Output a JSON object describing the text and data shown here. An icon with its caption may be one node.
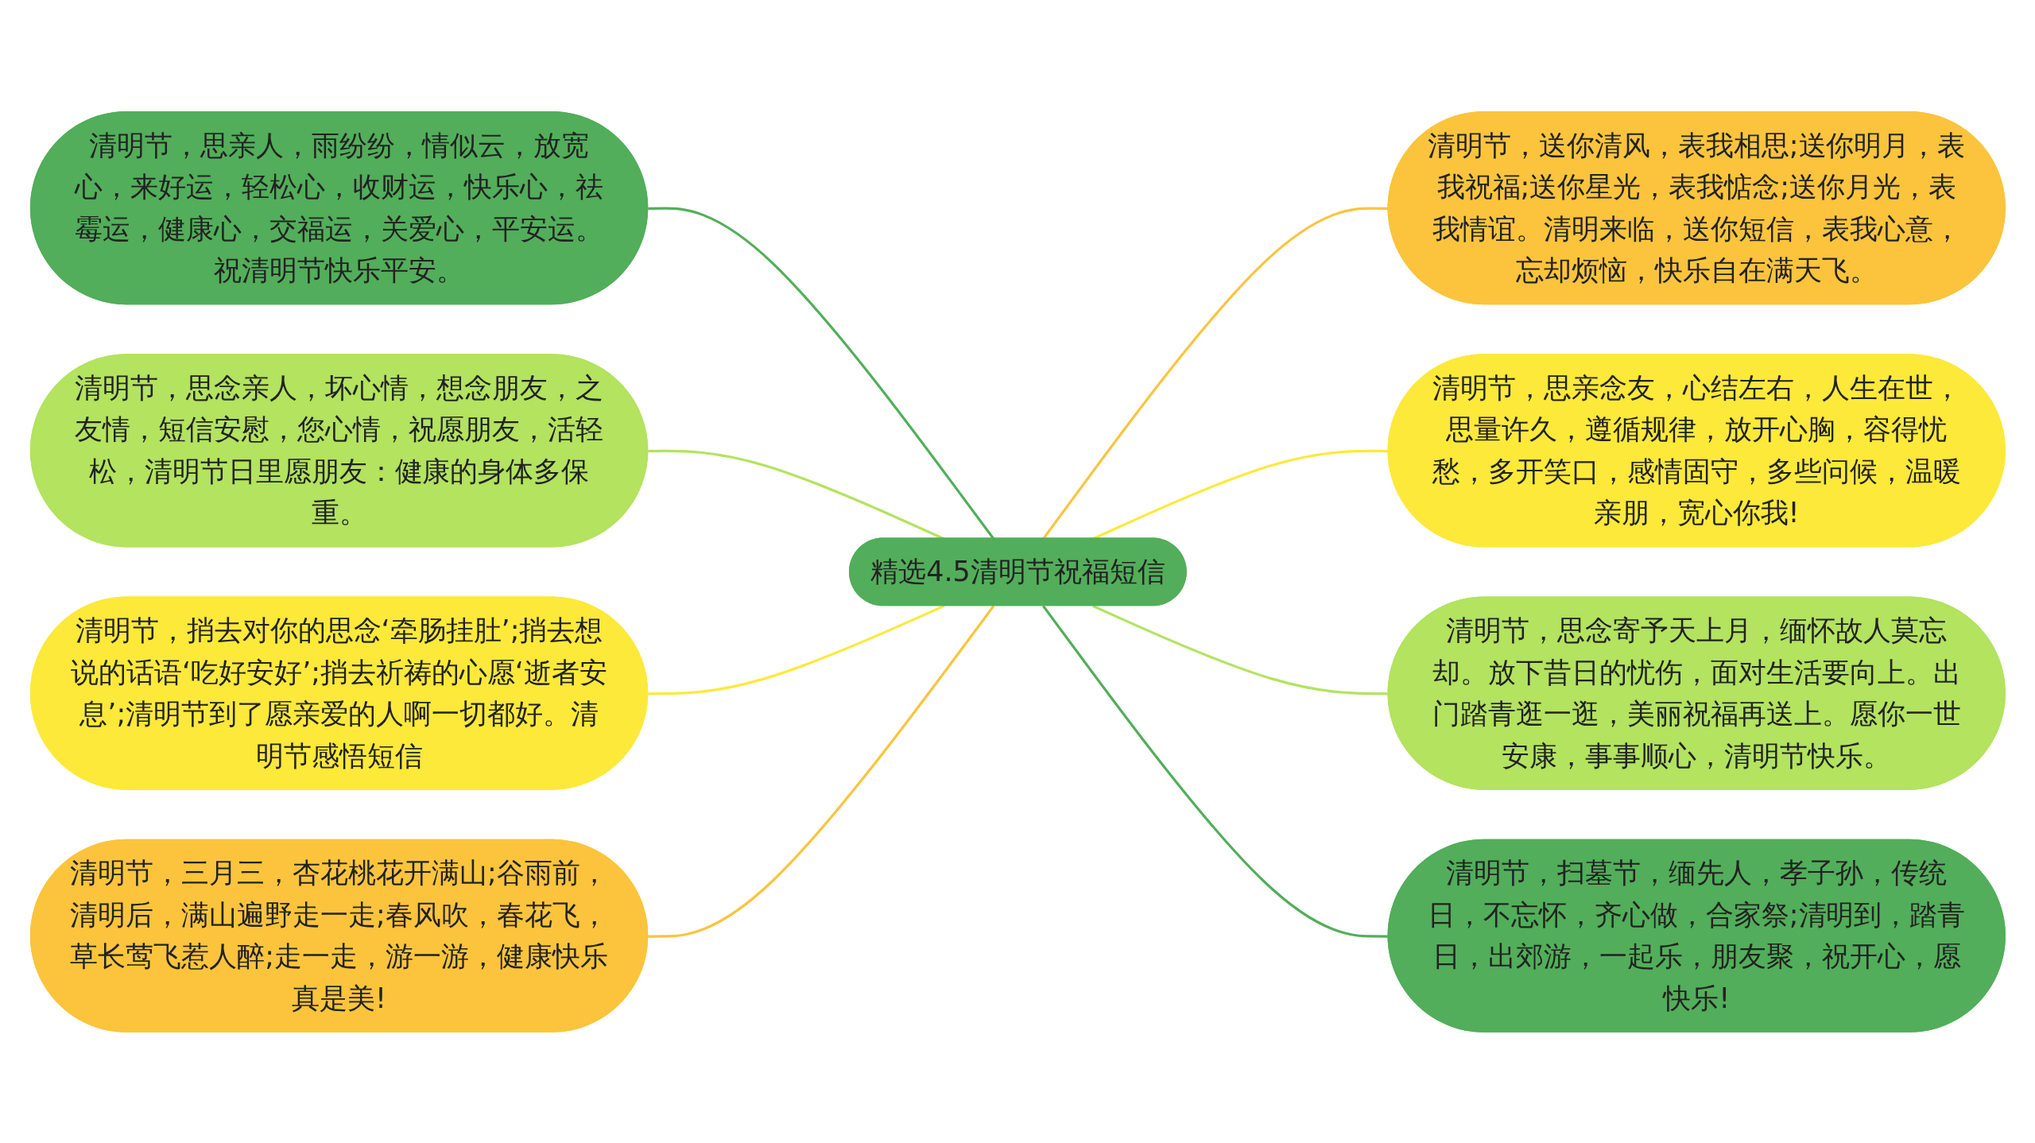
{
  "diagram": {
    "nodes": [
      {
        "text": [
          "精选4.5清明节祝福短信"
        ]
      },
      {
        "text": [
          "清明节，思亲人，雨纷纷，情似云，放宽心，来好运，轻松心，收财运，快乐心，祛霉运，健康心，交福运，关爱心，平安运。祝清明节快乐平安。"
        ]
      },
      {
        "text": [
          "清明节，思念亲人，坏心情，想念朋友，之友情，短信安慰，您心情，祝愿朋友，活轻松，清明节日里愿朋友：健康的身体多保重。"
        ]
      },
      {
        "text": [
          "清明节，捎去对你的思念‘牵肠挂肚’;捎去想说的话语‘吃好安好’;捎去祈祷的心愿‘逝者安息’;清明节到了愿亲爱的人啊一切都好。清明节感悟短信"
        ]
      },
      {
        "text": [
          "清明节，三月三，杏花桃花开满山;谷雨前，清明后，满山遍野走一走;春风吹，春花飞，草长莺飞惹人醉;走一走，游一游，健康快乐真是美!"
        ]
      },
      {
        "text": [
          "清明节，送你清风，表我相思;送你明月，表我祝福;送你星光，表我惦念;送你月光，表我情谊。清明来临，送你短信，表我心意，忘却烦恼，快乐自在满天飞。"
        ]
      },
      {
        "text": [
          "清明节，思亲念友，心结左右，人生在世，思量许久，遵循规律，放开心胸，容得忧愁，多开笑口，感情固守，多些问候，温暖亲朋，宽心你我!"
        ]
      },
      {
        "text": [
          "清明节，思念寄予天上月，缅怀故人莫忘却。放下昔日的忧伤，面对生活要向上。出门踏青逛一逛，美丽祝福再送上。愿你一世安康，事事顺心，清明节快乐。"
        ]
      },
      {
        "text": [
          "清明节，扫墓节，缅先人，孝子孙，传统日，不忘怀，齐心做，合家祭;清明到，踏青日，出郊游，一起乐，朋友聚，祝开心，愿快乐!"
        ]
      }
    ],
    "edges": [
      {
        "from": 1,
        "to": 0,
        "arrow": "none",
        "color": "#52ae5a"
      },
      {
        "from": 2,
        "to": 0,
        "arrow": "none",
        "color": "#b3e35f"
      },
      {
        "from": 3,
        "to": 0,
        "arrow": "none",
        "color": "#fde93a"
      },
      {
        "from": 4,
        "to": 0,
        "arrow": "none",
        "color": "#fbc43c"
      },
      {
        "from": 0,
        "to": 5,
        "arrow": "none",
        "color": "#fbc43c"
      },
      {
        "from": 0,
        "to": 6,
        "arrow": "none",
        "color": "#fde93a"
      },
      {
        "from": 0,
        "to": 7,
        "arrow": "none",
        "color": "#b3e35f"
      },
      {
        "from": 0,
        "to": 8,
        "arrow": "none",
        "color": "#52ae5a"
      }
    ]
  }
}
